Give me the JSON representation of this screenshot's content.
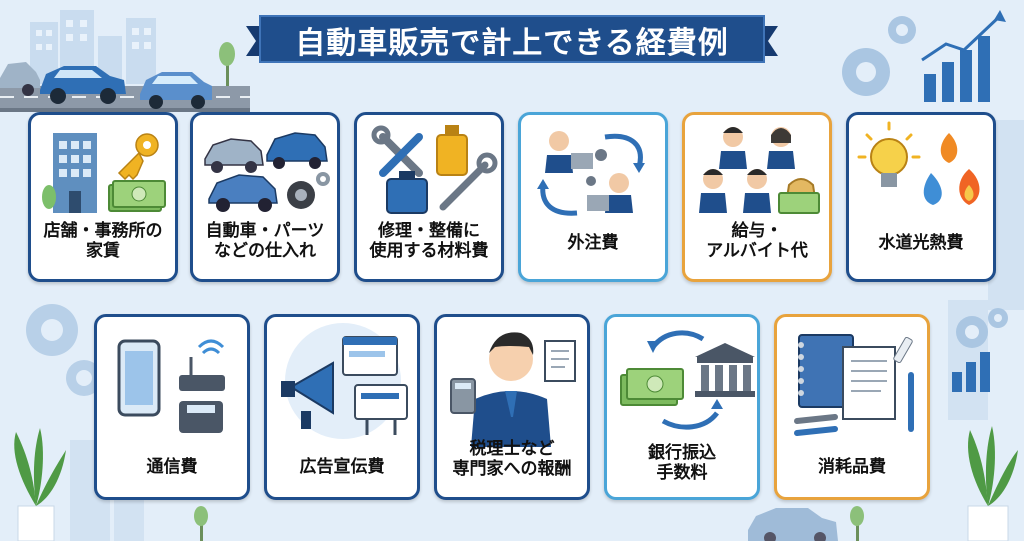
{
  "title": "自動車販売で計上できる経費例",
  "cards": [
    {
      "label": "店舗・事務所の\n家賃",
      "icon": "office-key-icon"
    },
    {
      "label": "自動車・パーツ\nなどの仕入れ",
      "icon": "cars-parts-icon"
    },
    {
      "label": "修理・整備に\n使用する材料費",
      "icon": "tools-icon"
    },
    {
      "label": "外注費",
      "icon": "outsourcing-icon"
    },
    {
      "label": "給与・\nアルバイト代",
      "icon": "staff-icon"
    },
    {
      "label": "水道光熱費",
      "icon": "utilities-icon"
    },
    {
      "label": "通信費",
      "icon": "communication-icon"
    },
    {
      "label": "広告宣伝費",
      "icon": "megaphone-icon"
    },
    {
      "label": "税理士など\n専門家への報酬",
      "icon": "accountant-icon"
    },
    {
      "label": "銀行振込\n手数料",
      "icon": "bank-transfer-icon"
    },
    {
      "label": "消耗品費",
      "icon": "stationery-icon"
    }
  ]
}
